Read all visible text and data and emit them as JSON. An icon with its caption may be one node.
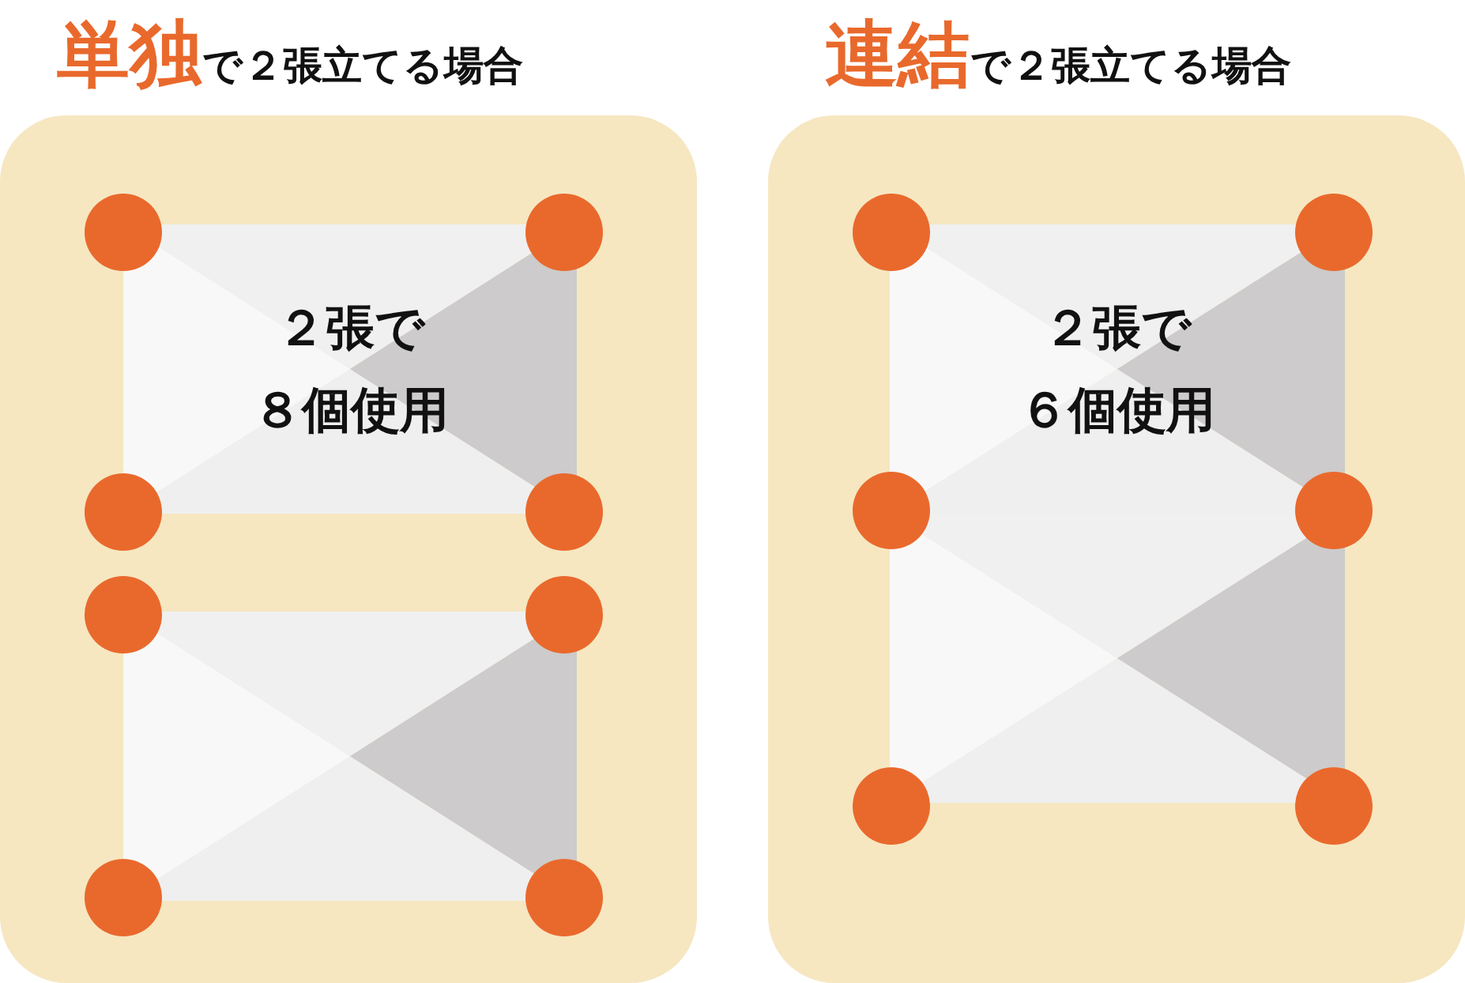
{
  "diagram": {
    "nodes": [
      {
        "text": [
          "**単独**で２張立てる場合",
          "２張で",
          "８個使用"
        ]
      },
      {
        "text": [
          "**連結**で２張立てる場合",
          "２張で",
          "６個使用"
        ]
      }
    ]
  }
}
